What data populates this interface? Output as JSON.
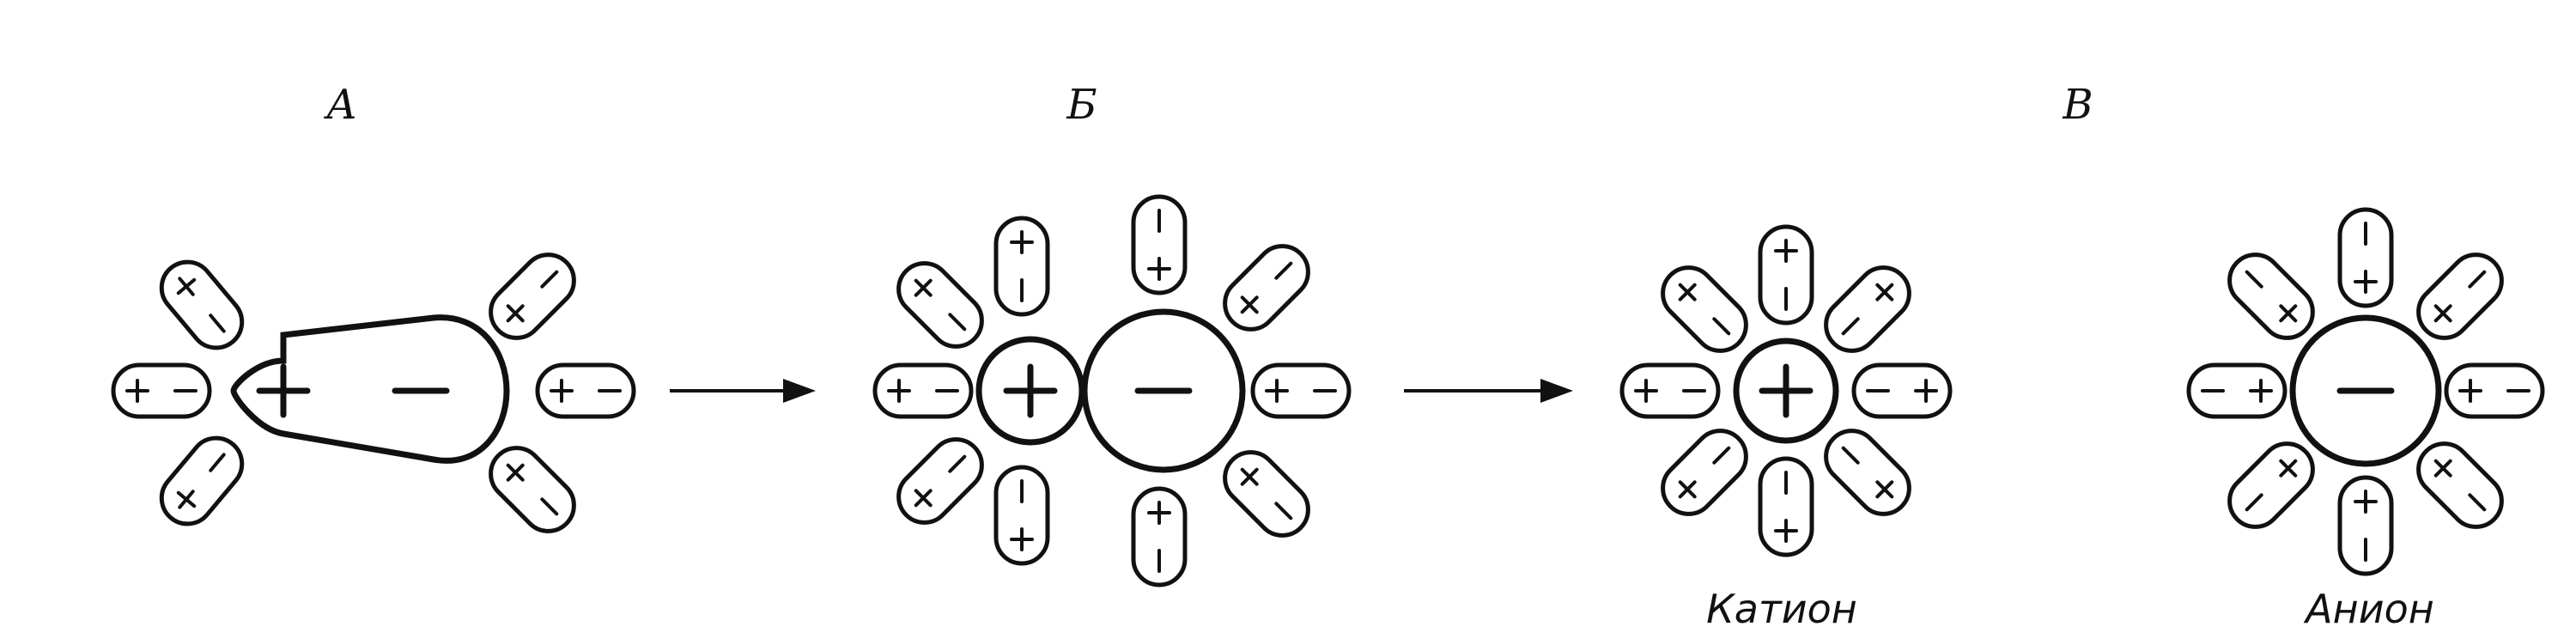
{
  "stages": [
    {
      "label": "А"
    },
    {
      "label": "Б"
    },
    {
      "label": "В"
    }
  ],
  "ion_labels": {
    "cation": "Катион",
    "anion": "Анион"
  }
}
